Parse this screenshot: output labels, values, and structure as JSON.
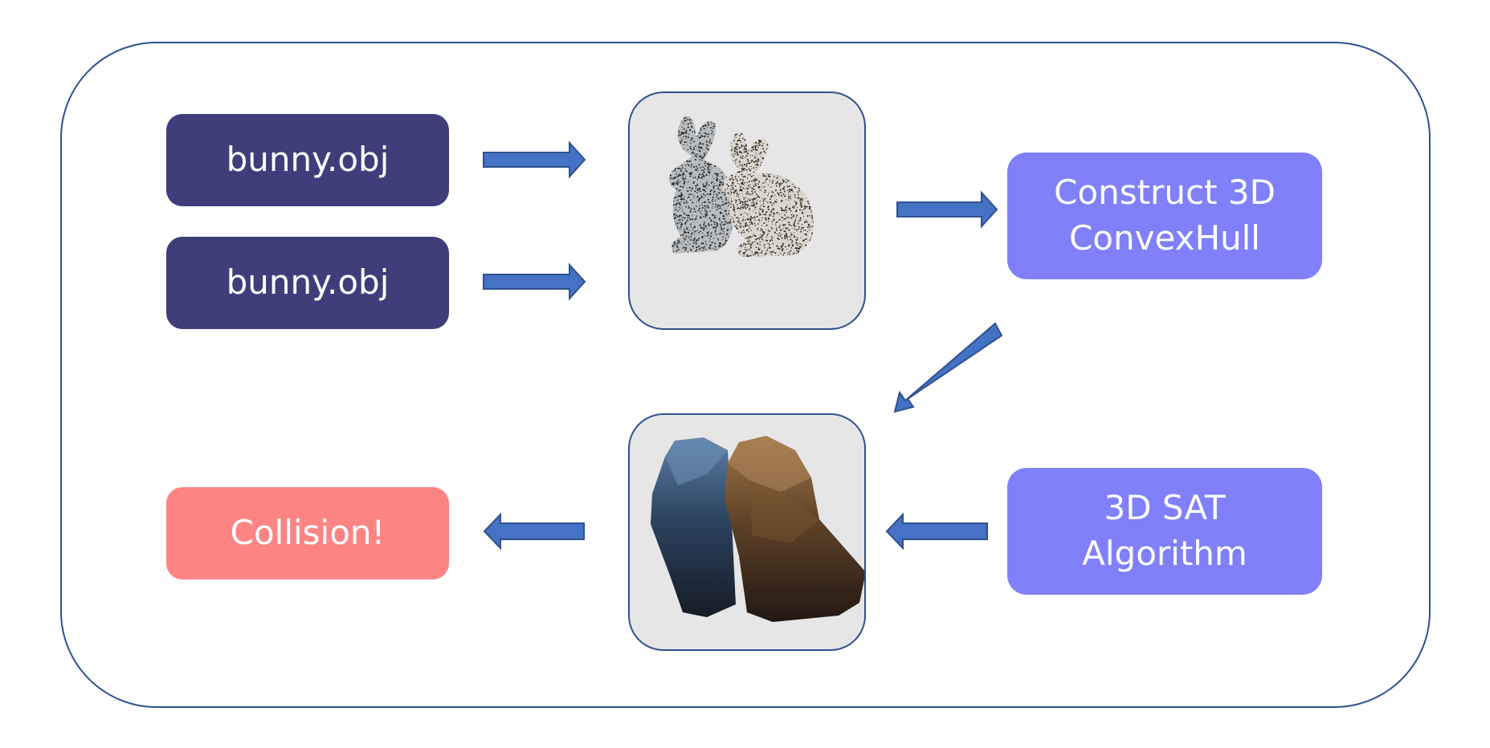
{
  "nodes": {
    "input_a": "bunny.obj",
    "input_b": "bunny.obj",
    "construct": [
      "Construct 3D",
      "ConvexHull"
    ],
    "sat": [
      "3D SAT",
      "Algorithm"
    ],
    "result": "Collision!"
  },
  "colors": {
    "frame_border": "#2f4f8f",
    "input_fill": "#3f3d7a",
    "process_fill": "#8080fa",
    "result_fill": "#fe8484",
    "panel_fill": "#e6e6e6",
    "arrow_fill": "#4472c4",
    "arrow_stroke": "#2f528f"
  },
  "panels": {
    "point_cloud": {
      "content": "two-bunny-point-clouds"
    },
    "hulls": {
      "content": "two-convex-hulls"
    }
  }
}
